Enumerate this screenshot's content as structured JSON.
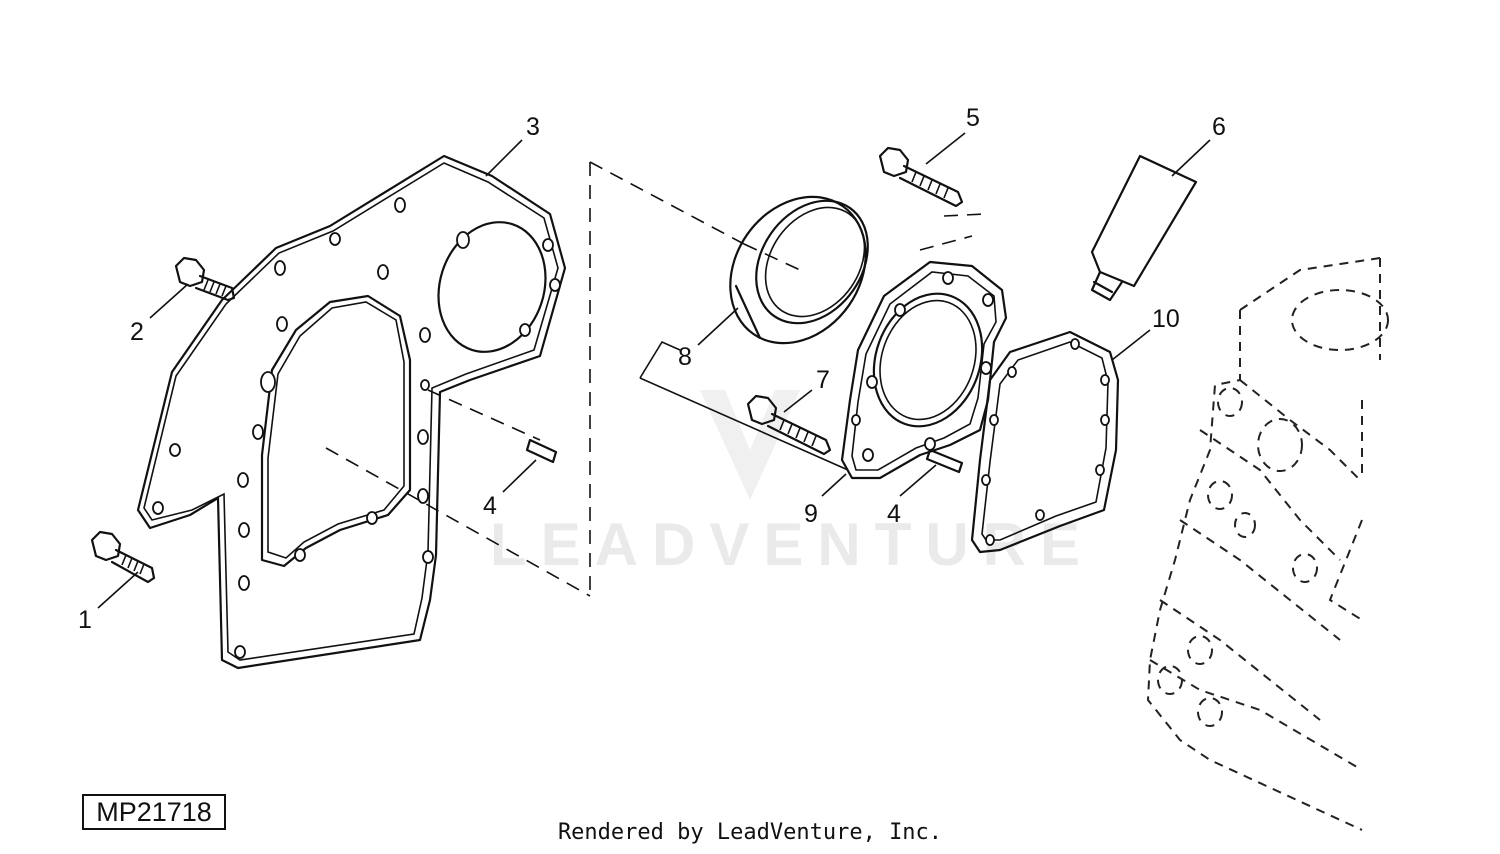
{
  "figure": {
    "id": "MP21718",
    "credit": "Rendered by LeadVenture, Inc.",
    "watermark": "LEADVENTURE"
  },
  "callouts": [
    {
      "label": "1"
    },
    {
      "label": "2"
    },
    {
      "label": "3"
    },
    {
      "label": "4"
    },
    {
      "label": "4"
    },
    {
      "label": "5"
    },
    {
      "label": "6"
    },
    {
      "label": "7"
    },
    {
      "label": "8"
    },
    {
      "label": "9"
    },
    {
      "label": "10"
    }
  ]
}
